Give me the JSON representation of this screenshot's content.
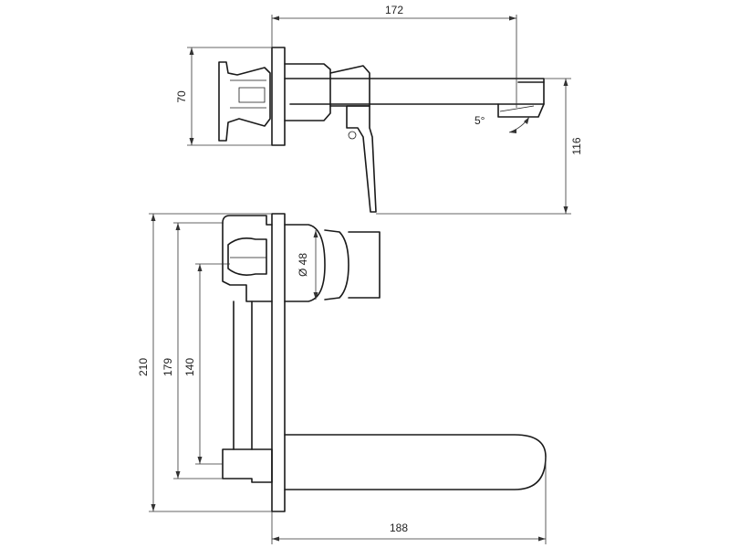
{
  "dimensions": {
    "top_width": "172",
    "top_height": "70",
    "top_depth": "116",
    "angle": "5°",
    "diameter": "Ø 48",
    "plate_height": "210",
    "inner_height": "179",
    "center_distance": "140",
    "spout_length": "188"
  },
  "colors": {
    "line": "#1a1a1a",
    "background": "#ffffff"
  }
}
